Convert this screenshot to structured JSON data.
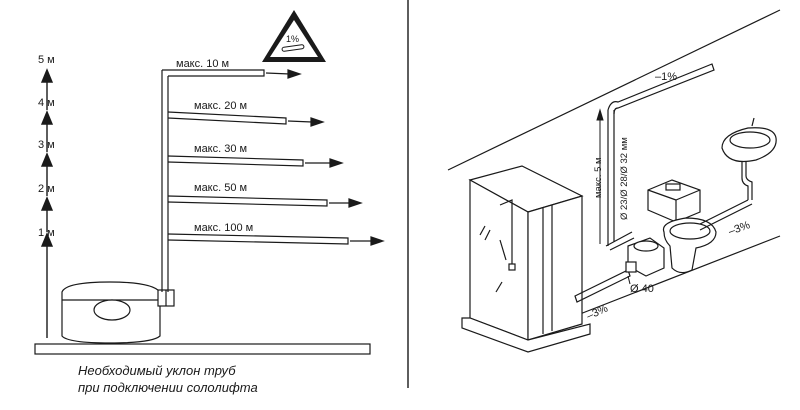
{
  "left_panel": {
    "height_marks": [
      {
        "label": "5 м"
      },
      {
        "label": "4 м"
      },
      {
        "label": "3 м"
      },
      {
        "label": "2 м"
      },
      {
        "label": "1 м"
      }
    ],
    "warning_sign": {
      "label": "1%"
    },
    "pipe_runs": [
      {
        "label": "макс. 10 м"
      },
      {
        "label": "макс. 20 м"
      },
      {
        "label": "макс. 30 м"
      },
      {
        "label": "макс. 50 м"
      },
      {
        "label": "макс. 100 м"
      }
    ],
    "caption_line1": "Необходимый уклон труб",
    "caption_line2": "при подключении сололифта"
  },
  "right_panel": {
    "slope_top": "1%",
    "slope_right": "3%",
    "slope_bottom": "3%",
    "height_label": "макс. 5 м",
    "diameters_label": "Ø 23/Ø 28/Ø 32 мм",
    "outlet_diameter": "Ø 40"
  }
}
